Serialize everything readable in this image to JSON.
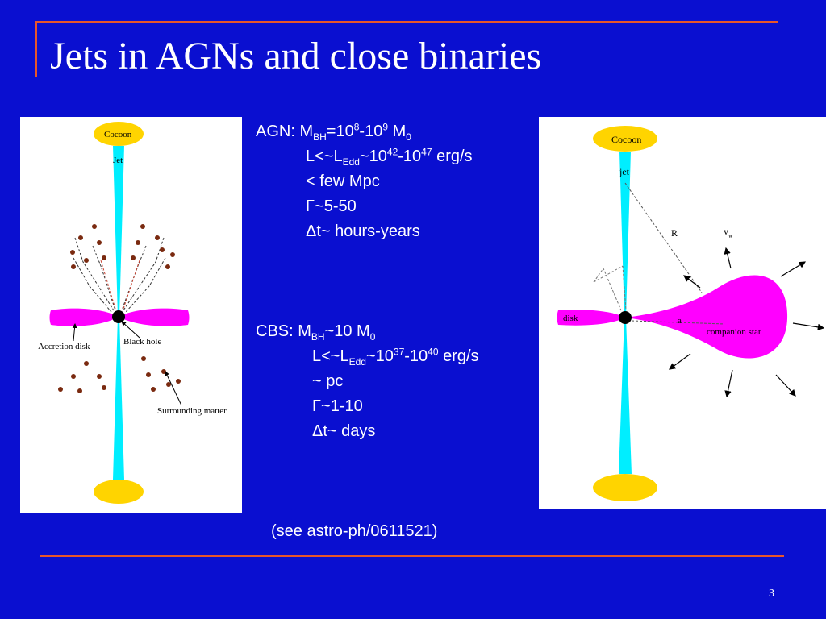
{
  "slide": {
    "title": "Jets in AGNs and close binaries",
    "reference": "(see astro-ph/0611521)",
    "page_number": "3"
  },
  "agn": {
    "l1_prefix": "AGN: M",
    "l1_sub": "BH",
    "l1_mid1": "=10",
    "l1_sup1": "8",
    "l1_mid2": "-10",
    "l1_sup2": "9",
    "l1_mid3": " M",
    "l1_sub2": "0",
    "l2_prefix": "L<~L",
    "l2_sub": "Edd",
    "l2_mid1": "~10",
    "l2_sup1": "42",
    "l2_mid2": "-10",
    "l2_sup2": "47",
    "l2_suffix": " erg/s",
    "l3": "< few Mpc",
    "l4": "Γ~5-50",
    "l5": "Δt~ hours-years"
  },
  "cbs": {
    "l1_prefix": "CBS: M",
    "l1_sub": "BH",
    "l1_mid1": "~10 M",
    "l1_sub2": "0",
    "l2_prefix": "L<~L",
    "l2_sub": "Edd",
    "l2_mid1": "~10",
    "l2_sup1": "37",
    "l2_mid2": "-10",
    "l2_sup2": "40",
    "l2_suffix": " erg/s",
    "l3": "~ pc",
    "l4": "Γ~1-10",
    "l5": "Δt~ days"
  },
  "agn_diagram": {
    "cocoon": "Cocoon",
    "jet": "Jet",
    "accretion_disk": "Accretion disk",
    "black_hole": "Black hole",
    "surrounding_matter": "Surrounding matter"
  },
  "cbs_diagram": {
    "cocoon": "Cocoon",
    "jet": "jet",
    "r": "R",
    "v": "v",
    "v_sub": "w",
    "disk": "disk",
    "a": "a",
    "companion_star": "companion star"
  },
  "colors": {
    "background": "#0a0fd0",
    "rule": "#e8562a",
    "jet": "#00eeff",
    "disk": "#ff00ff",
    "cocoon": "#ffd400",
    "matter": "#7a2a10"
  }
}
